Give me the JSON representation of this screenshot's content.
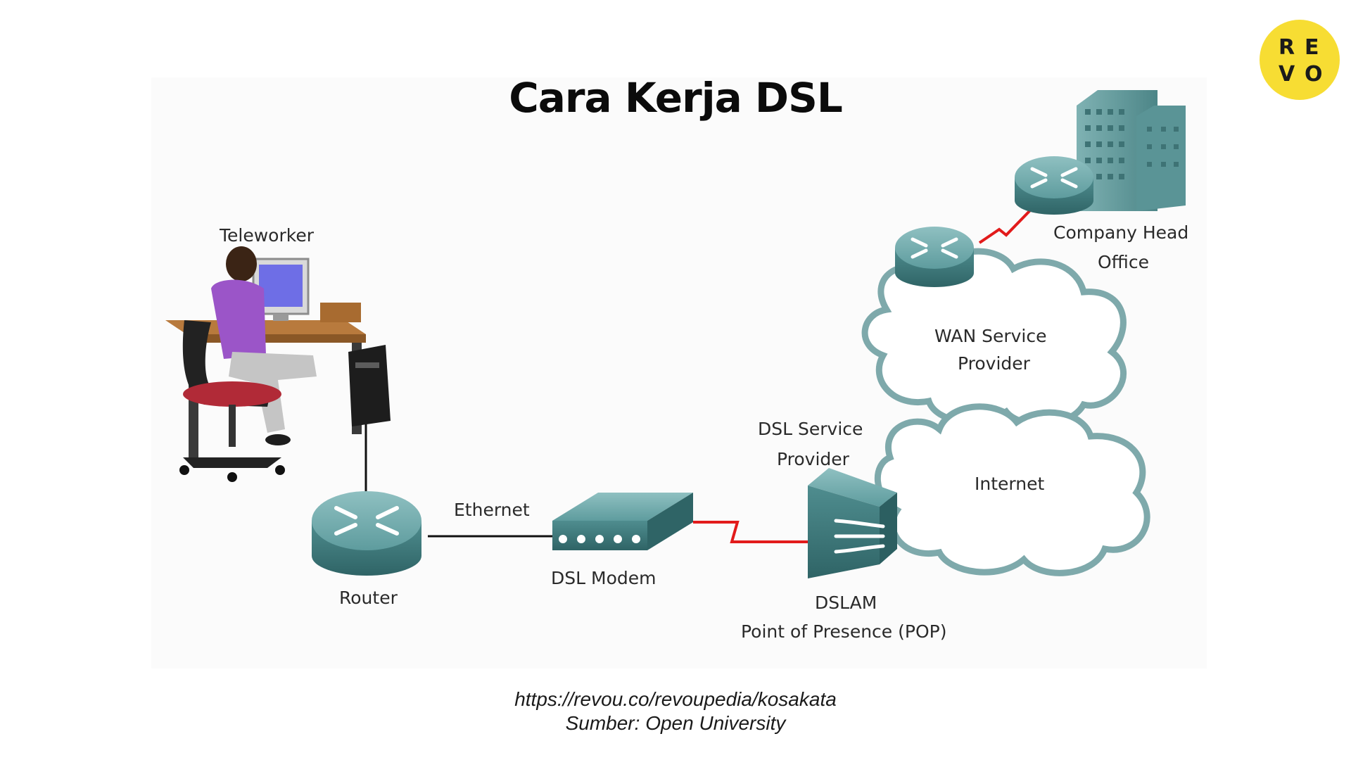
{
  "title": "Cara Kerja DSL",
  "logo": {
    "letters": [
      "R",
      "E",
      "V",
      "O"
    ]
  },
  "labels": {
    "teleworker": "Teleworker",
    "router": "Router",
    "ethernet": "Ethernet",
    "dsl_modem": "DSL Modem",
    "dsl_service_provider_line1": "DSL Service",
    "dsl_service_provider_line2": "Provider",
    "dslam": "DSLAM",
    "pop": "Point of Presence (POP)",
    "internet": "Internet",
    "wan_line1": "WAN Service",
    "wan_line2": "Provider",
    "company_line1": "Company Head",
    "company_line2": "Office"
  },
  "caption": {
    "url": "https://revou.co/revoupedia/kosakata",
    "source": "Sumber: Open University"
  },
  "colors": {
    "device_teal": "#4f8d8f",
    "cloud_outline": "#7ea9ab",
    "dsl_line": "#e21b1b",
    "ethernet_line": "#111111",
    "logo_yellow": "#f7dd33"
  }
}
